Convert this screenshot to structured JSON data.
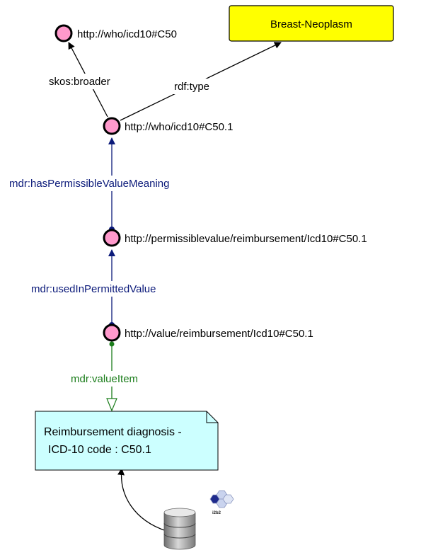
{
  "nodes": {
    "c50": {
      "label": "http://who/icd10#C50"
    },
    "c50_1": {
      "label": "http://who/icd10#C50.1"
    },
    "permissible": {
      "label": "http://permissiblevalue/reimbursement/Icd10#C50.1"
    },
    "value": {
      "label": "http://value/reimbursement/Icd10#C50.1"
    }
  },
  "class_box": {
    "label": "Breast-Neoplasm",
    "fill": "#ffff00"
  },
  "note": {
    "line1": "Reimbursement diagnosis -",
    "line2": "ICD-10 code : C50.1",
    "fill": "#ccffff"
  },
  "edges": {
    "broader": "skos:broader",
    "type": "rdf:type",
    "meaning": "mdr:hasPermissibleValueMeaning",
    "used_in": "mdr:usedInPermittedValue",
    "value_item": "mdr:valueItem"
  },
  "logo": {
    "text": "i2b2"
  },
  "icons": {
    "database": "database-icon",
    "logo": "i2b2-logo-icon"
  },
  "colors": {
    "node_fill": "#ff99cc",
    "navy": "#0b1a7a",
    "green": "#1b7d1b"
  }
}
